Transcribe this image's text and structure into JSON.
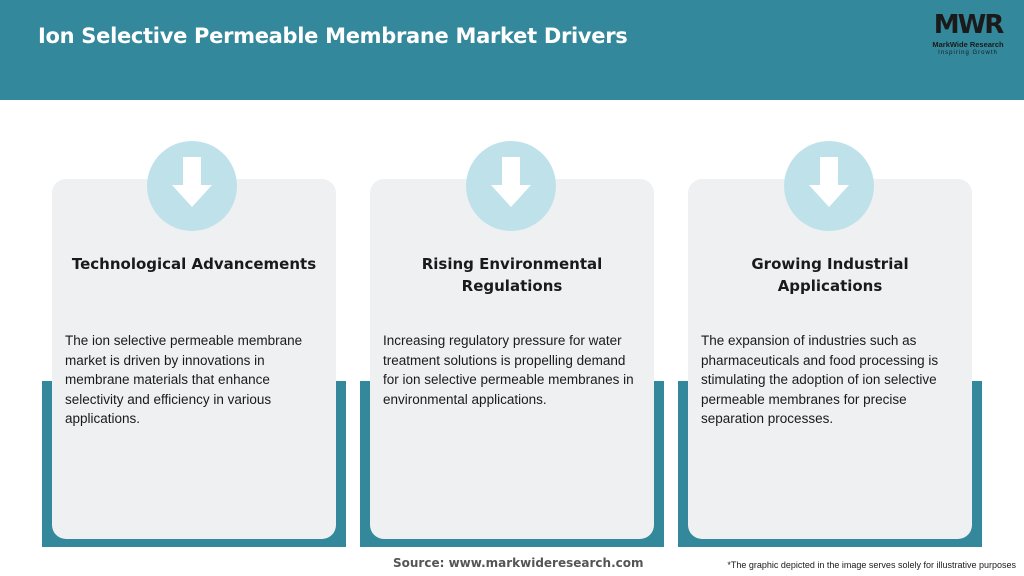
{
  "header": {
    "title": "Ion Selective Permeable Membrane Market Drivers",
    "background": "#33889c"
  },
  "logo": {
    "mark": "MWR",
    "name": "MarkWide Research",
    "tagline": "Inspiring Growth"
  },
  "cards": [
    {
      "icon": "arrow-down-icon",
      "title": "Technological Advancements",
      "text": "The ion selective permeable membrane market is driven by innovations in membrane materials that enhance selectivity and efficiency in various applications."
    },
    {
      "icon": "arrow-down-icon",
      "title": "Rising Environmental Regulations",
      "text": "Increasing regulatory pressure for water treatment solutions is propelling demand for ion selective permeable membranes in environmental applications."
    },
    {
      "icon": "arrow-down-icon",
      "title": "Growing Industrial Applications",
      "text": "The expansion of industries such as pharmaceuticals and food processing is stimulating the adoption of ion selective permeable membranes for precise separation processes."
    }
  ],
  "footer": {
    "source": "Source: www.markwideresearch.com",
    "disclaimer": "*The graphic depicted in the image serves solely for illustrative purposes"
  },
  "colors": {
    "accent": "#33889c",
    "card": "#eef0f2",
    "icon_circle": "#bfe2ea"
  }
}
